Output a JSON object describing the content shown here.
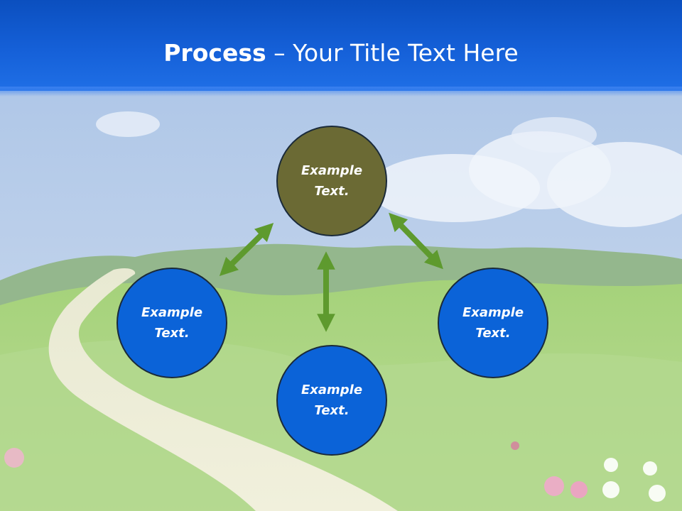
{
  "slide": {
    "title_bold": "Process",
    "title_rest": " – Your Title Text Here"
  },
  "diagram": {
    "nodes": [
      {
        "line1": "Example",
        "line2": "Text.",
        "color": "#6b6a34"
      },
      {
        "line1": "Example",
        "line2": "Text.",
        "color": "#0b63d8"
      },
      {
        "line1": "Example",
        "line2": "Text.",
        "color": "#0b63d8"
      },
      {
        "line1": "Example",
        "line2": "Text.",
        "color": "#0b63d8"
      }
    ],
    "arrow_color": "#5e9a2e"
  }
}
